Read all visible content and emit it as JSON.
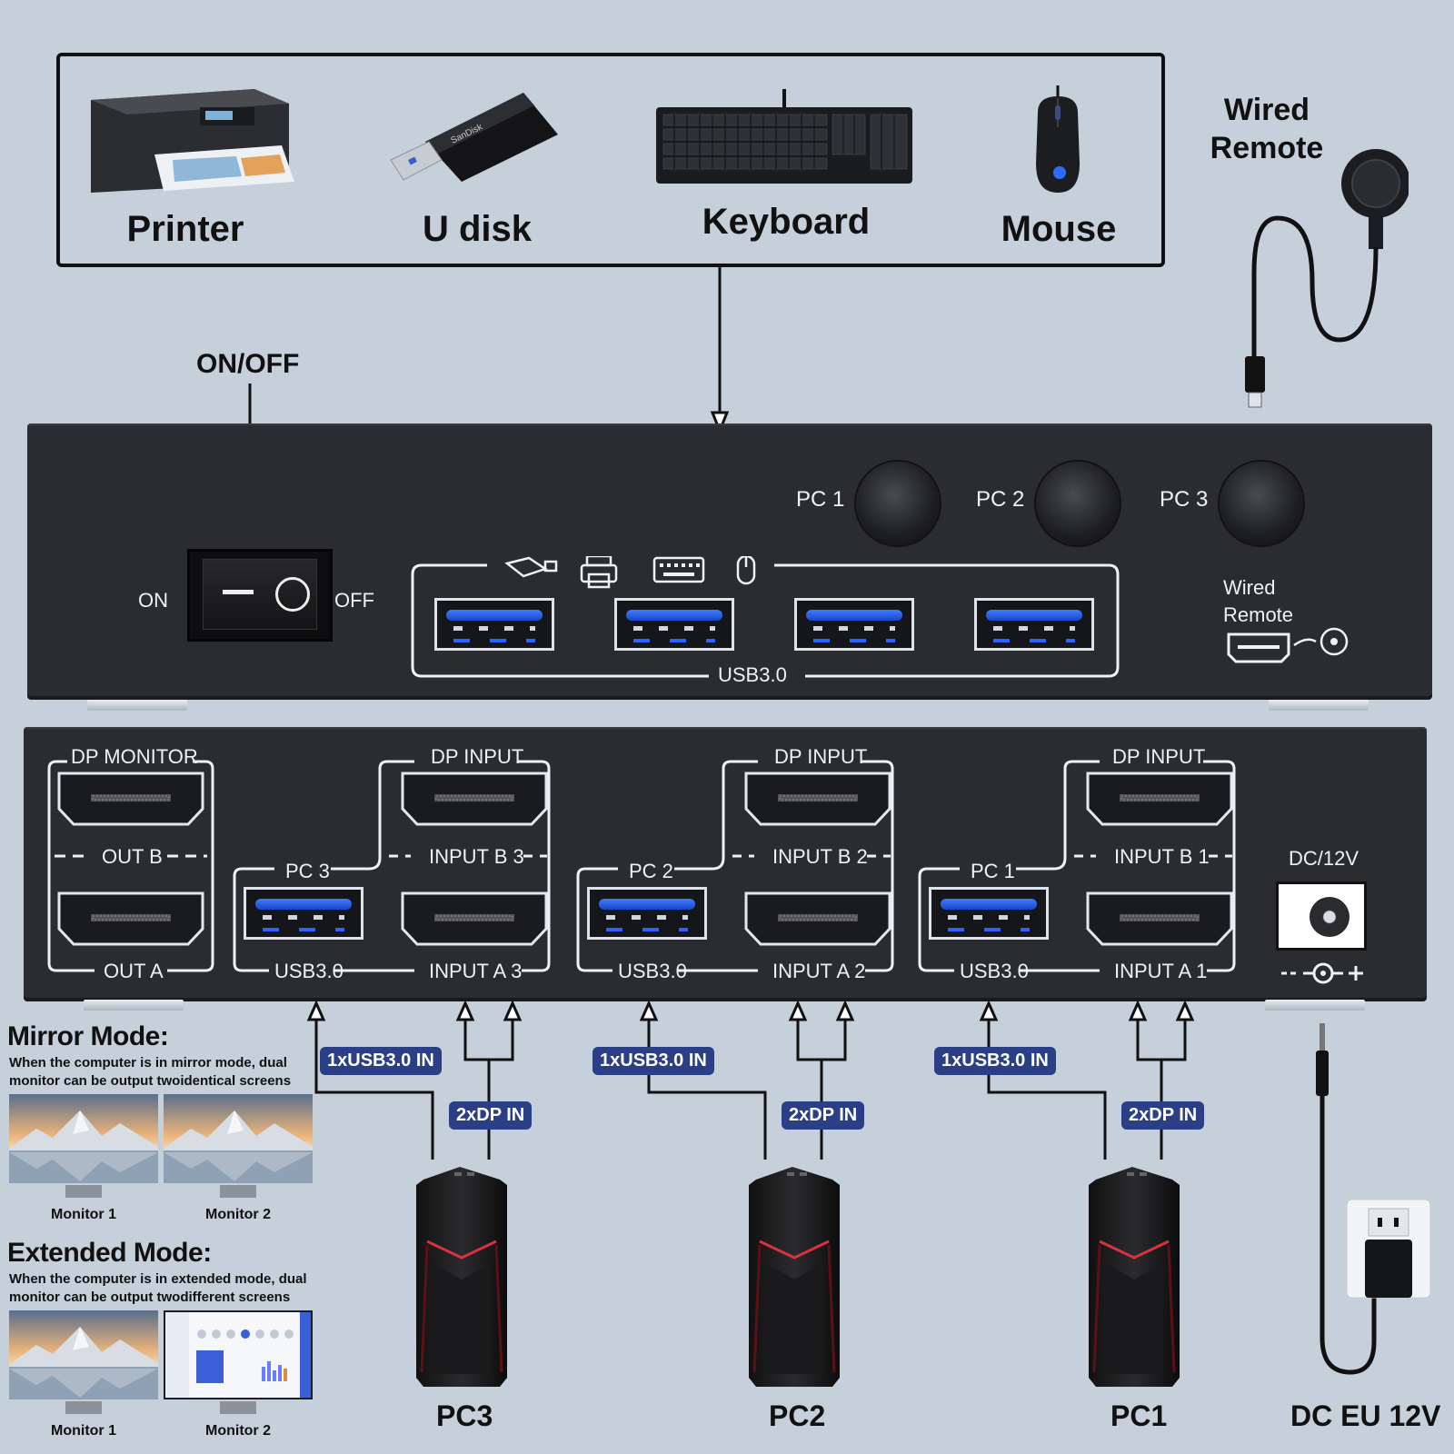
{
  "peripherals": {
    "printer": "Printer",
    "udisk": "U disk",
    "keyboard": "Keyboard",
    "mouse": "Mouse"
  },
  "remote_title": {
    "line1": "Wired",
    "line2": "Remote"
  },
  "switch": {
    "title": "ON/OFF",
    "on": "ON",
    "off": "OFF"
  },
  "front_panel": {
    "pc_buttons": [
      "PC 1",
      "PC 2",
      "PC 3"
    ],
    "usb_label": "USB3.0",
    "remote_label_line1": "Wired",
    "remote_label_line2": "Remote"
  },
  "rear_panel": {
    "dp_monitor": "DP MONITOR",
    "out_b": "OUT B",
    "out_a": "OUT A",
    "groups": [
      {
        "pc": "PC 3",
        "dp_input": "DP INPUT",
        "input_b": "INPUT B 3",
        "input_a": "INPUT A 3",
        "usb": "USB3.0"
      },
      {
        "pc": "PC 2",
        "dp_input": "DP INPUT",
        "input_b": "INPUT B 2",
        "input_a": "INPUT A 2",
        "usb": "USB3.0"
      },
      {
        "pc": "PC 1",
        "dp_input": "DP INPUT",
        "input_b": "INPUT B 1",
        "input_a": "INPUT A 1",
        "usb": "USB3.0"
      }
    ],
    "power": "DC/12V",
    "polarity": "- -◐- +"
  },
  "connections": {
    "usb_tag": "1xUSB3.0 IN",
    "dp_tag": "2xDP IN"
  },
  "computers": [
    "PC3",
    "PC2",
    "PC1"
  ],
  "power_adapter": "DC EU 12V",
  "mirror_mode": {
    "title": "Mirror Mode:",
    "desc": "When the computer is in mirror mode, dual monitor can be output twoidentical screens",
    "monitor1": "Monitor 1",
    "monitor2": "Monitor 2"
  },
  "extended_mode": {
    "title": "Extended Mode:",
    "desc": "When the computer is in extended mode, dual monitor can be output twodifferent screens",
    "monitor1": "Monitor 1",
    "monitor2": "Monitor 2"
  }
}
